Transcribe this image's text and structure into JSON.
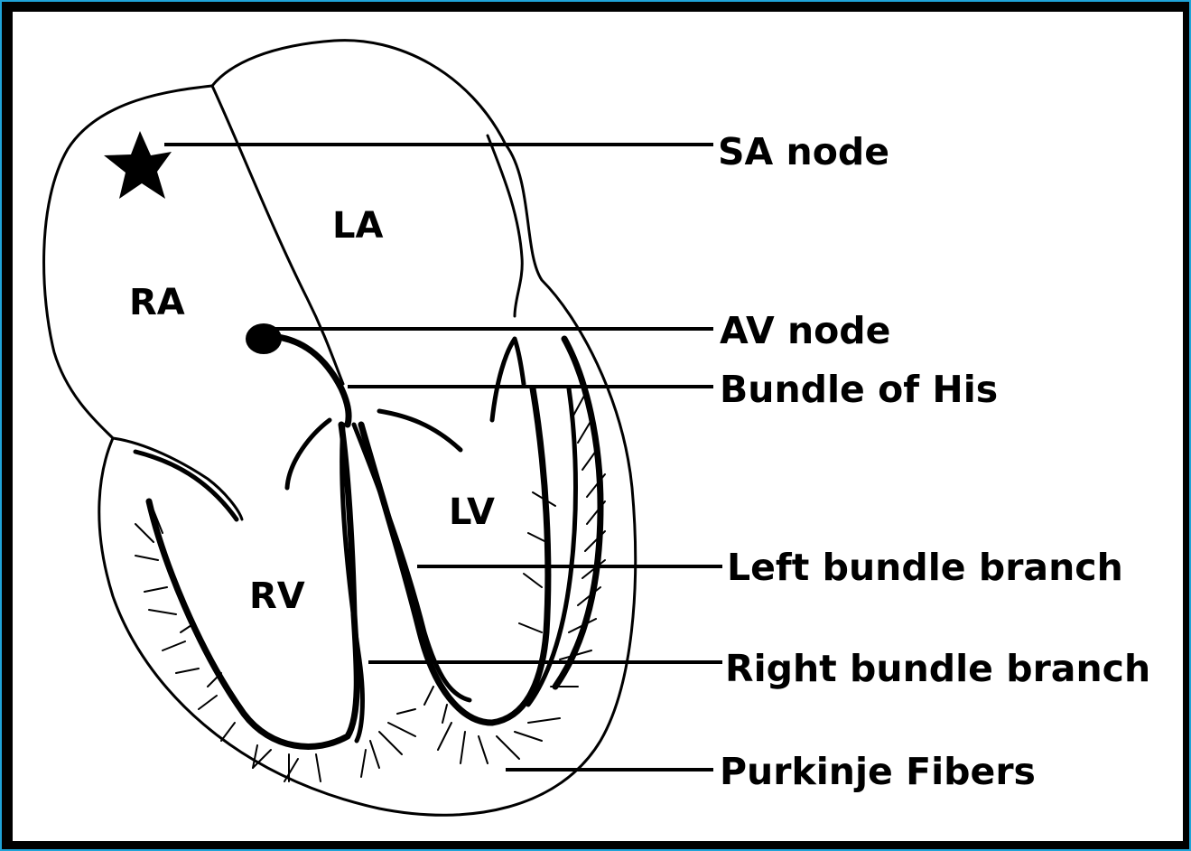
{
  "chambers": {
    "ra": "RA",
    "la": "LA",
    "rv": "RV",
    "lv": "LV"
  },
  "callouts": {
    "sa_node": "SA node",
    "av_node": "AV node",
    "bundle_of_his": "Bundle of His",
    "left_bundle_branch": "Left bundle branch",
    "right_bundle_branch": "Right bundle branch",
    "purkinje_fibers": "Purkinje Fibers"
  },
  "colors": {
    "frame_border": "#1fa3d8",
    "frame_background": "#000000",
    "panel_background": "#ffffff",
    "ink": "#000000"
  }
}
